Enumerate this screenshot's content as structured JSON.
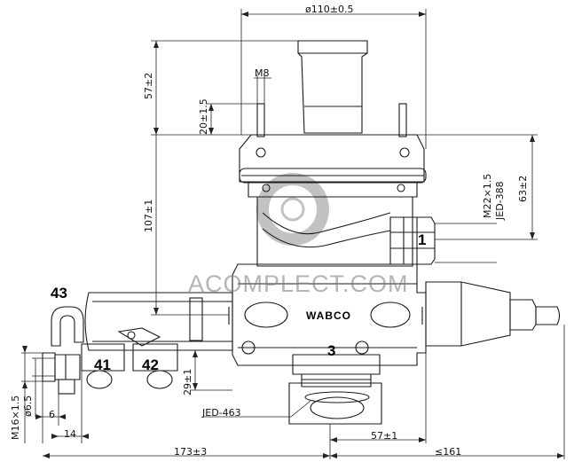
{
  "dimensions": {
    "dia_110": "ø110±0.5",
    "m8": "M8",
    "h57": "57±2",
    "h20": "20±1.5",
    "h107": "107±1",
    "h63": "63±2",
    "m22": "M22×1.5",
    "jed388": "JED-388",
    "h29": "29±1",
    "m16": "M16×1.5",
    "dia65": "ø6.5",
    "w6": "6",
    "w14": "14",
    "w173": "173±3",
    "w57": "57±1",
    "w161": "≤161",
    "jed463": "JED-463"
  },
  "ports": {
    "p1": "1",
    "p3": "3",
    "p41": "41",
    "p42": "42",
    "p43": "43"
  },
  "brand": "WABCO",
  "watermark": "ACOMPLECT.COM",
  "colors": {
    "line": "#1a1a1a",
    "watermark": "#8a8a8a"
  }
}
